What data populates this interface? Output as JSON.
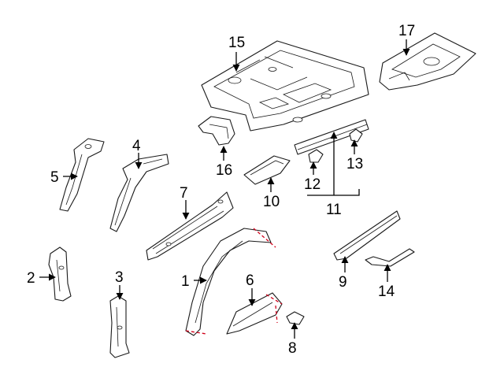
{
  "callouts": {
    "c1": "1",
    "c2": "2",
    "c3": "3",
    "c4": "4",
    "c5": "5",
    "c6": "6",
    "c7": "7",
    "c8": "8",
    "c9": "9",
    "c10": "10",
    "c11": "11",
    "c12": "12",
    "c13": "13",
    "c14": "14",
    "c15": "15",
    "c16": "16",
    "c17": "17"
  },
  "colors": {
    "line": "#1a1a1a",
    "cut_line": "#d0021b",
    "background": "#ffffff"
  }
}
